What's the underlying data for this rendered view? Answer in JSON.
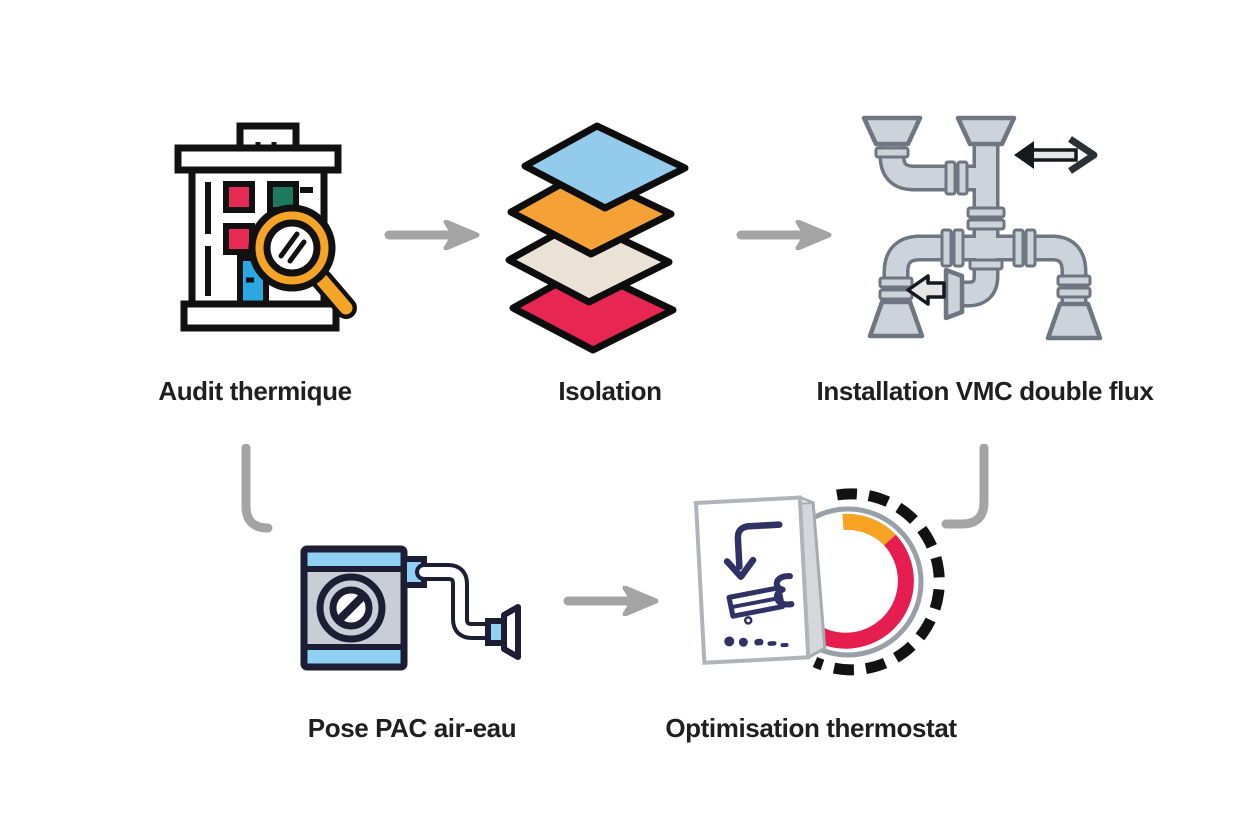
{
  "page": {
    "background": "#ffffff"
  },
  "flow": {
    "connector_color": "#a4a4a4",
    "label_color": "#1f1f1f",
    "steps": [
      {
        "label": "Audit thermique",
        "icon": "building-audit-icon"
      },
      {
        "label": "Isolation",
        "icon": "insulation-layers-icon"
      },
      {
        "label": "Installation VMC double flux",
        "icon": "ventilation-pipes-icon"
      },
      {
        "label": "Pose PAC air-eau",
        "icon": "heat-pump-icon"
      },
      {
        "label": "Optimisation thermostat",
        "icon": "thermostat-dial-icon"
      }
    ],
    "icon_colors": {
      "window_pink": "#e52a53",
      "window_green": "#1d7a5f",
      "door_blue": "#2ba7e2",
      "magnifier_orange": "#f6a426",
      "layer_blue": "#93cbec",
      "layer_orange": "#f4a235",
      "layer_cream": "#eae2d4",
      "layer_red": "#e82652",
      "pipe_fill": "#ccd3db",
      "pipe_outline": "#6e7681",
      "pump_body": "#c9ced6",
      "pump_blue": "#8ed1f3",
      "pump_outline": "#1d1d33",
      "thermostat_navy": "#303266",
      "dial_orange": "#f7a223",
      "dial_red": "#e61e50",
      "dial_gray": "#999fa6"
    }
  }
}
